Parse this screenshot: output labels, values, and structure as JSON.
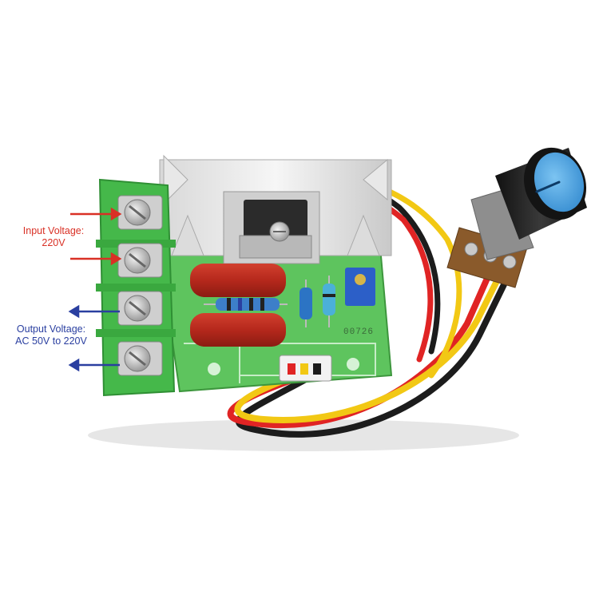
{
  "input_label": {
    "line1": "Input Voltage:",
    "line2": "220V",
    "color": "#d93025"
  },
  "output_label": {
    "line1": "Output Voltage:",
    "line2": "AC 50V to 220V",
    "color": "#2a3fa0"
  },
  "board_marking": "00726",
  "colors": {
    "pcb": "#5ec45e",
    "terminal_block": "#45b84a",
    "capacitor": "#b5281c",
    "knob": "#4aa6e6",
    "wire_red": "#e02424",
    "wire_yellow": "#f2c814",
    "wire_black": "#1c1c1c",
    "arrow_in": "#d93025",
    "arrow_out": "#2a3fa0"
  }
}
